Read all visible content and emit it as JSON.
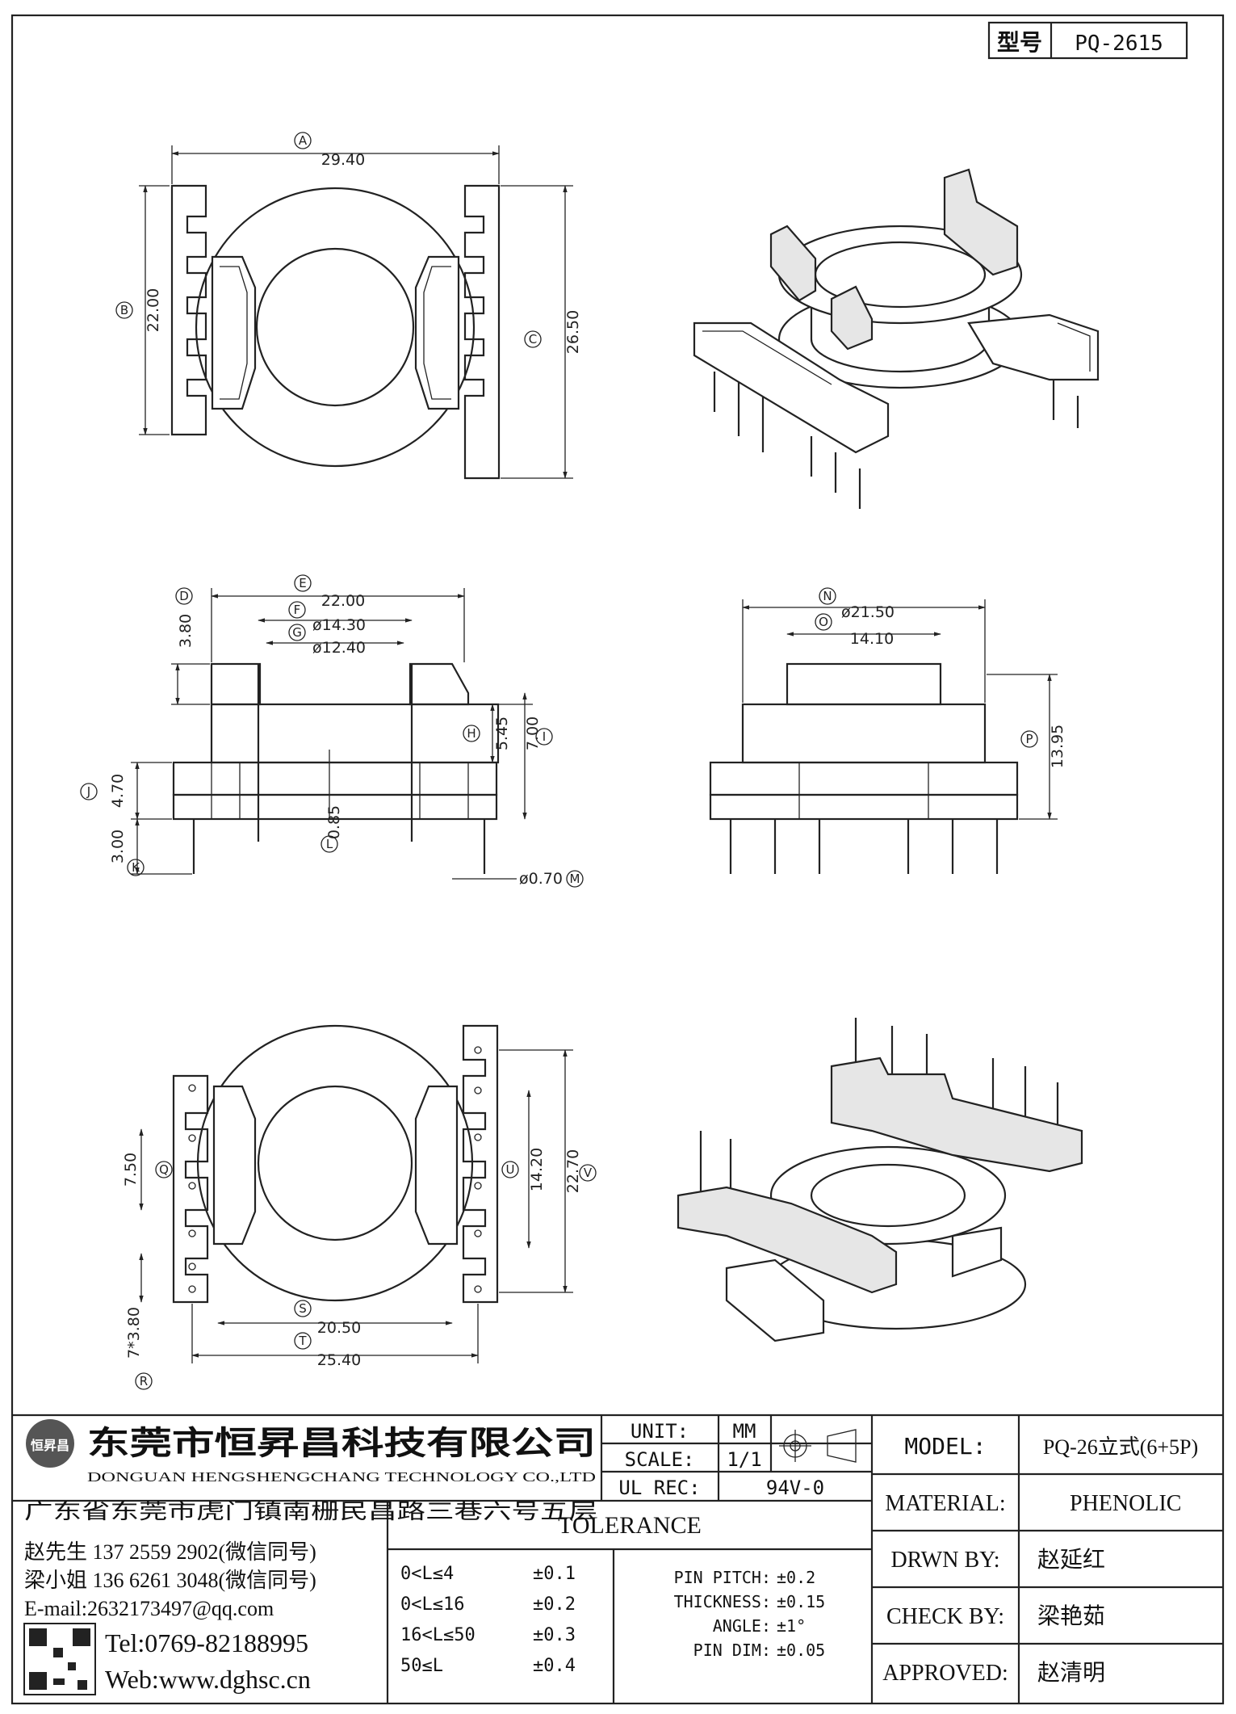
{
  "header": {
    "type_label": "型号",
    "type_value": "PQ-2615"
  },
  "dimensions": {
    "A": "29.40",
    "B": "22.00",
    "C": "26.50",
    "D": "3.80",
    "E": "22.00",
    "F": "ø14.30",
    "G": "ø12.40",
    "H": "5.45",
    "I": "7.00",
    "J": "4.70",
    "K": "3.00",
    "L": "0.85",
    "M": "ø0.70",
    "N": "ø21.50",
    "O": "14.10",
    "P": "13.95",
    "Q": "7.50",
    "R": "7*3.80",
    "S": "20.50",
    "T": "25.40",
    "U": "14.20",
    "V": "22.70"
  },
  "company": {
    "logo_text": "恒昇昌",
    "name_cn": "东莞市恒昇昌科技有限公司",
    "name_en": "DONGUAN HENGSHENGCHANG TECHNOLOGY CO.,LTD",
    "address": "广东省东莞市虎门镇南栅民昌路三巷六号五层"
  },
  "specs": {
    "unit_label": "UNIT:",
    "unit_value": "MM",
    "scale_label": "SCALE:",
    "scale_value": "1/1",
    "ul_label": "UL REC:",
    "ul_value": "94V-0"
  },
  "title_block": {
    "model_label": "MODEL:",
    "model_value": "PQ-26立式(6+5P)",
    "material_label": "MATERIAL:",
    "material_value": "PHENOLIC",
    "drawn_label": "DRWN BY:",
    "drawn_value": "赵延红",
    "check_label": "CHECK BY:",
    "check_value": "梁艳茹",
    "approved_label": "APPROVED:",
    "approved_value": "赵清明"
  },
  "contacts": {
    "line1": "赵先生 137 2559 2902(微信同号)",
    "line2": "梁小姐 136 6261 3048(微信同号)",
    "email": "E-mail:2632173497@qq.com",
    "tel": "Tel:0769-82188995",
    "web": "Web:www.dghsc.cn"
  },
  "tolerance": {
    "title": "TOLERANCE",
    "rows": [
      {
        "range": "0<L≤4",
        "value": "±0.1"
      },
      {
        "range": "0<L≤16",
        "value": "±0.2"
      },
      {
        "range": "16<L≤50",
        "value": "±0.3"
      },
      {
        "range": "50≤L",
        "value": "±0.4"
      }
    ],
    "extra": [
      {
        "label": "PIN PITCH:",
        "value": "±0.2"
      },
      {
        "label": "THICKNESS:",
        "value": "±0.15"
      },
      {
        "label": "ANGLE:",
        "value": "±1°"
      },
      {
        "label": "PIN DIM:",
        "value": "±0.05"
      }
    ]
  }
}
